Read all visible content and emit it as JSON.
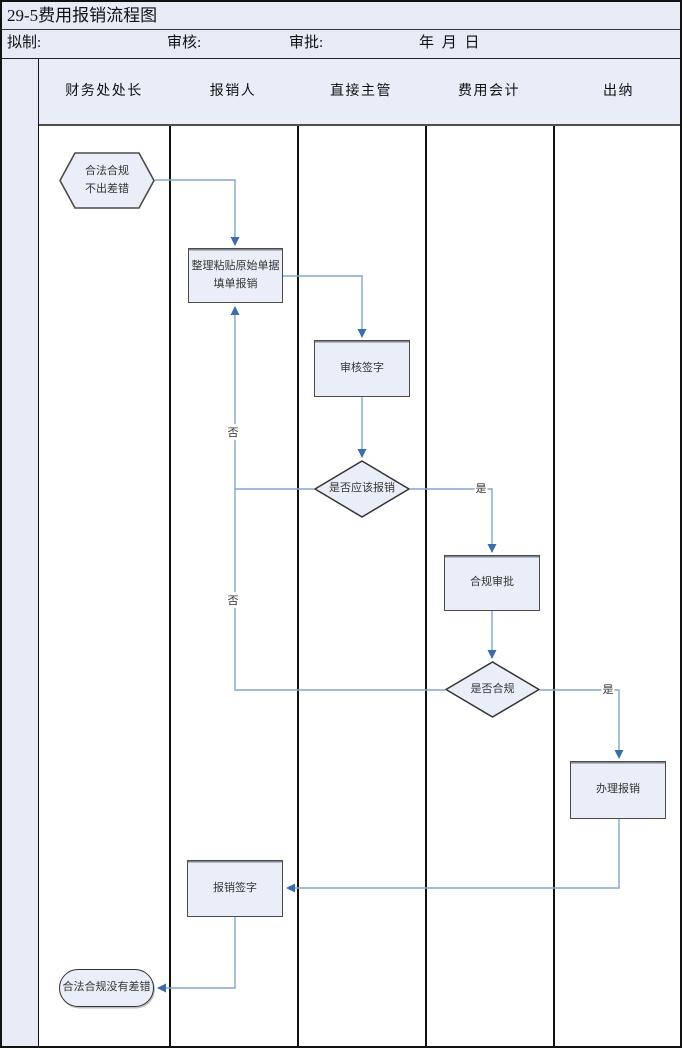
{
  "header": {
    "title": "29-5费用报销流程图",
    "drafted_label": "拟制:",
    "reviewed_label": "审核:",
    "approved_label": "审批:",
    "date_label": "年 月 日"
  },
  "lanes": [
    {
      "label": "财务处处长"
    },
    {
      "label": "报销人"
    },
    {
      "label": "直接主管"
    },
    {
      "label": "费用会计"
    },
    {
      "label": "出纳"
    }
  ],
  "nodes": {
    "start": {
      "shape": "hexagon",
      "lane": "财务处处长",
      "line1": "合法合规",
      "line2": "不出差错"
    },
    "fill_form": {
      "shape": "process",
      "lane": "报销人",
      "line1": "整理粘贴原始单据",
      "line2": "填单报销"
    },
    "review_sign": {
      "shape": "process",
      "lane": "直接主管",
      "label": "审核签字"
    },
    "should_reimburse": {
      "shape": "decision",
      "lane": "直接主管",
      "label": "是否应该报销"
    },
    "compliance_approval": {
      "shape": "process",
      "lane": "费用会计",
      "label": "合规审批"
    },
    "is_compliant": {
      "shape": "decision",
      "lane": "费用会计",
      "label": "是否合规"
    },
    "process_reimburse": {
      "shape": "process",
      "lane": "出纳",
      "label": "办理报销"
    },
    "reimburse_sign": {
      "shape": "process",
      "lane": "报销人",
      "label": "报销签字"
    },
    "end": {
      "shape": "terminator",
      "lane": "财务处处长",
      "label": "合法合规没有差错"
    }
  },
  "edge_labels": {
    "should_reimburse_no": "否",
    "should_reimburse_yes": "是",
    "is_compliant_no": "否",
    "is_compliant_yes": "是"
  },
  "colors": {
    "panel_bg": "#e6ebf6",
    "lane_header_bg": "#e8edf7",
    "lane_body_bg": "#ffffff",
    "shape_fill": "#e9eef8",
    "shape_border": "#4b4b4b",
    "connector_line": "#84a5cd",
    "arrowhead": "#3d6da8",
    "grid_line": "#111111"
  }
}
